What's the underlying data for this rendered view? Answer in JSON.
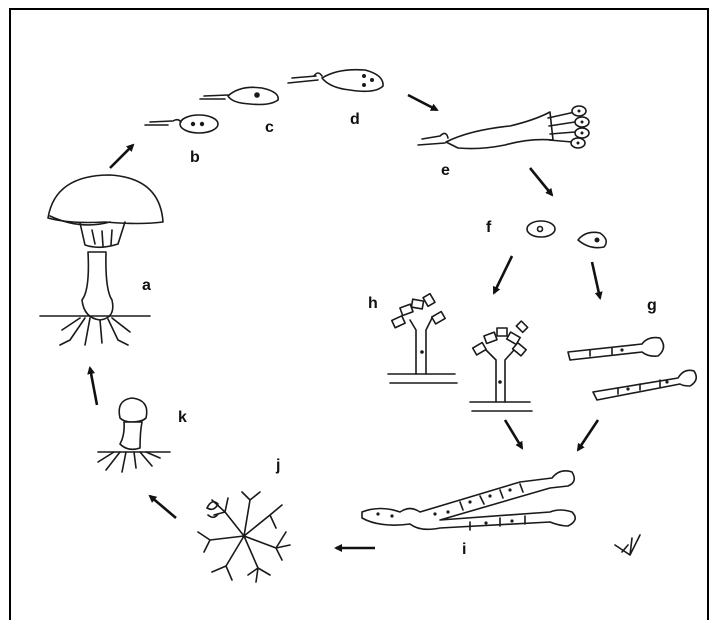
{
  "labels": {
    "a": "a",
    "b": "b",
    "c": "c",
    "d": "d",
    "e": "e",
    "f": "f",
    "g": "g",
    "h": "h",
    "i": "i",
    "j": "j",
    "k": "k"
  },
  "colors": {
    "ink": "#1a1a1a",
    "background": "#ffffff",
    "frame": "#000000"
  }
}
